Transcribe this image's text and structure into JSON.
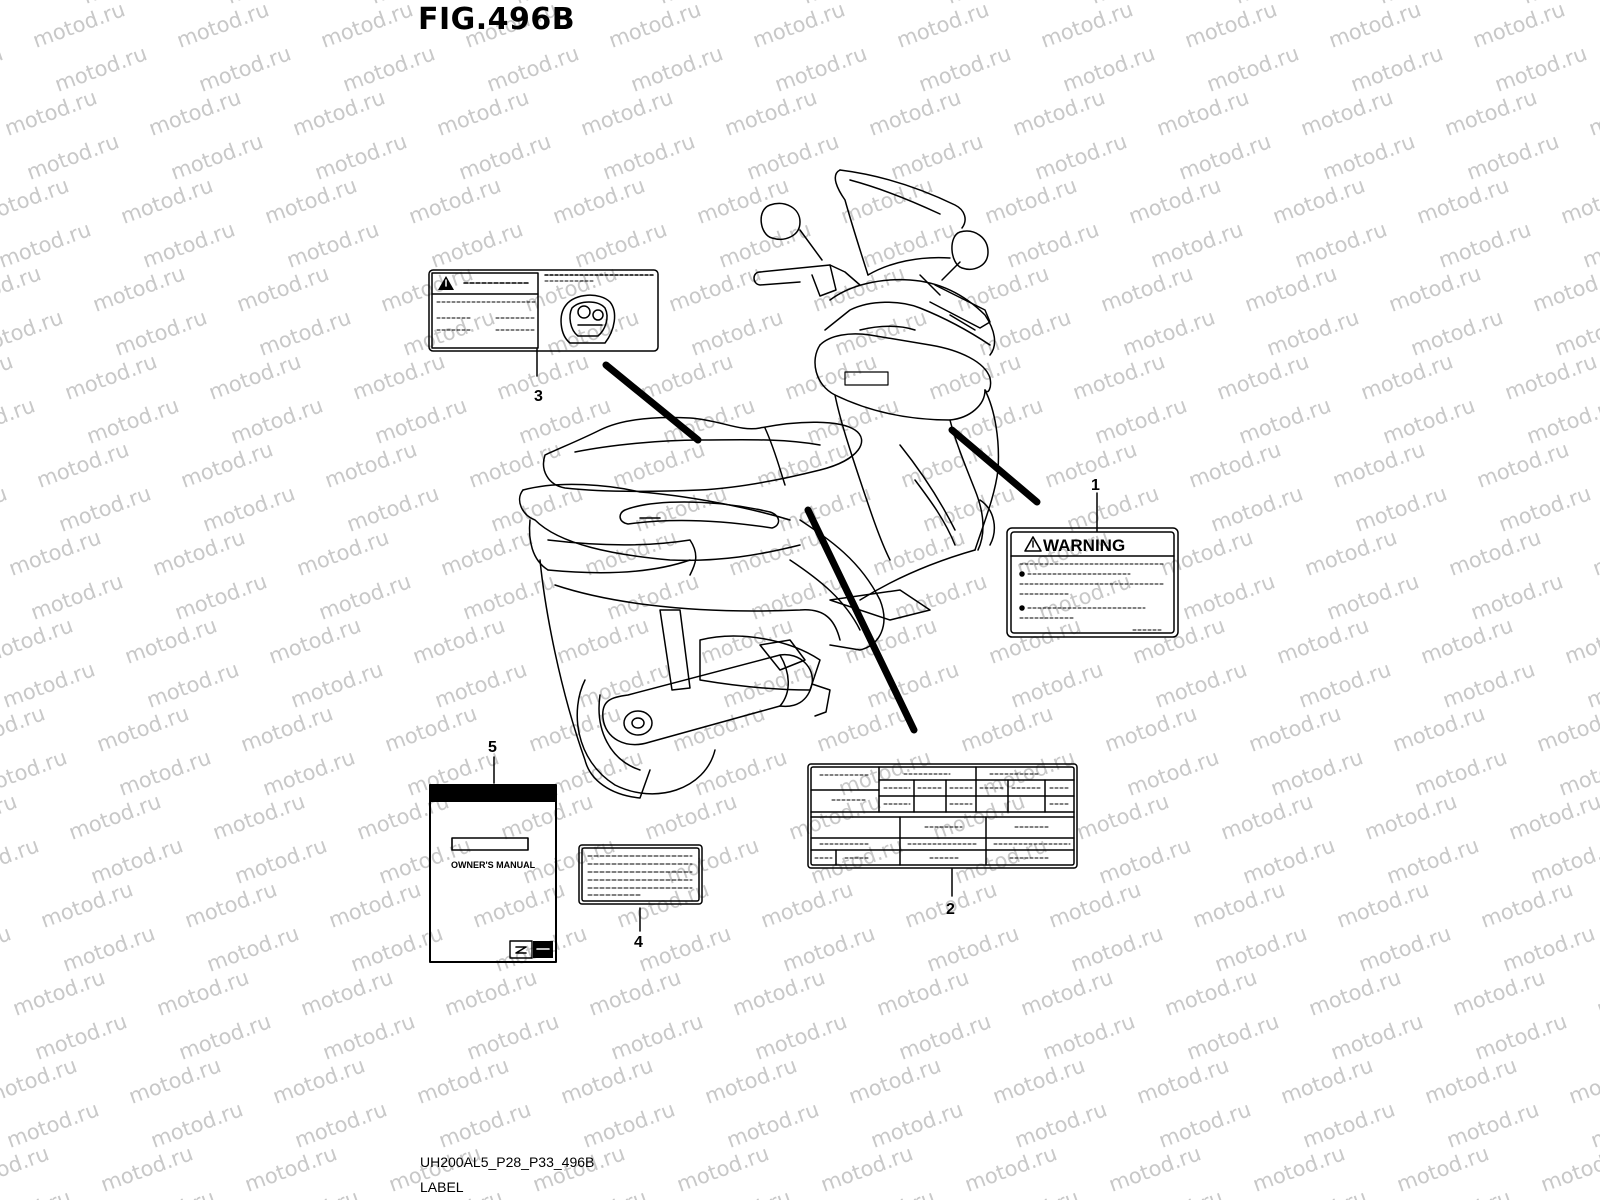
{
  "figure": {
    "title": "FIG.496B"
  },
  "watermark": {
    "text": "motod.ru"
  },
  "callouts": [
    "1",
    "2",
    "3",
    "4",
    "5"
  ],
  "labels": {
    "warning_heading": "WARNING",
    "owners_manual": "OWNER'S MANUAL"
  },
  "footer": {
    "code": "UH200AL5_P28_P33_496B",
    "name": "LABEL"
  },
  "icons": [
    "warning-triangle-icon",
    "suzuki-s-logo-icon"
  ],
  "colors": {
    "ink": "#000000",
    "watermark": "#c8c8c8",
    "background": "#ffffff"
  }
}
